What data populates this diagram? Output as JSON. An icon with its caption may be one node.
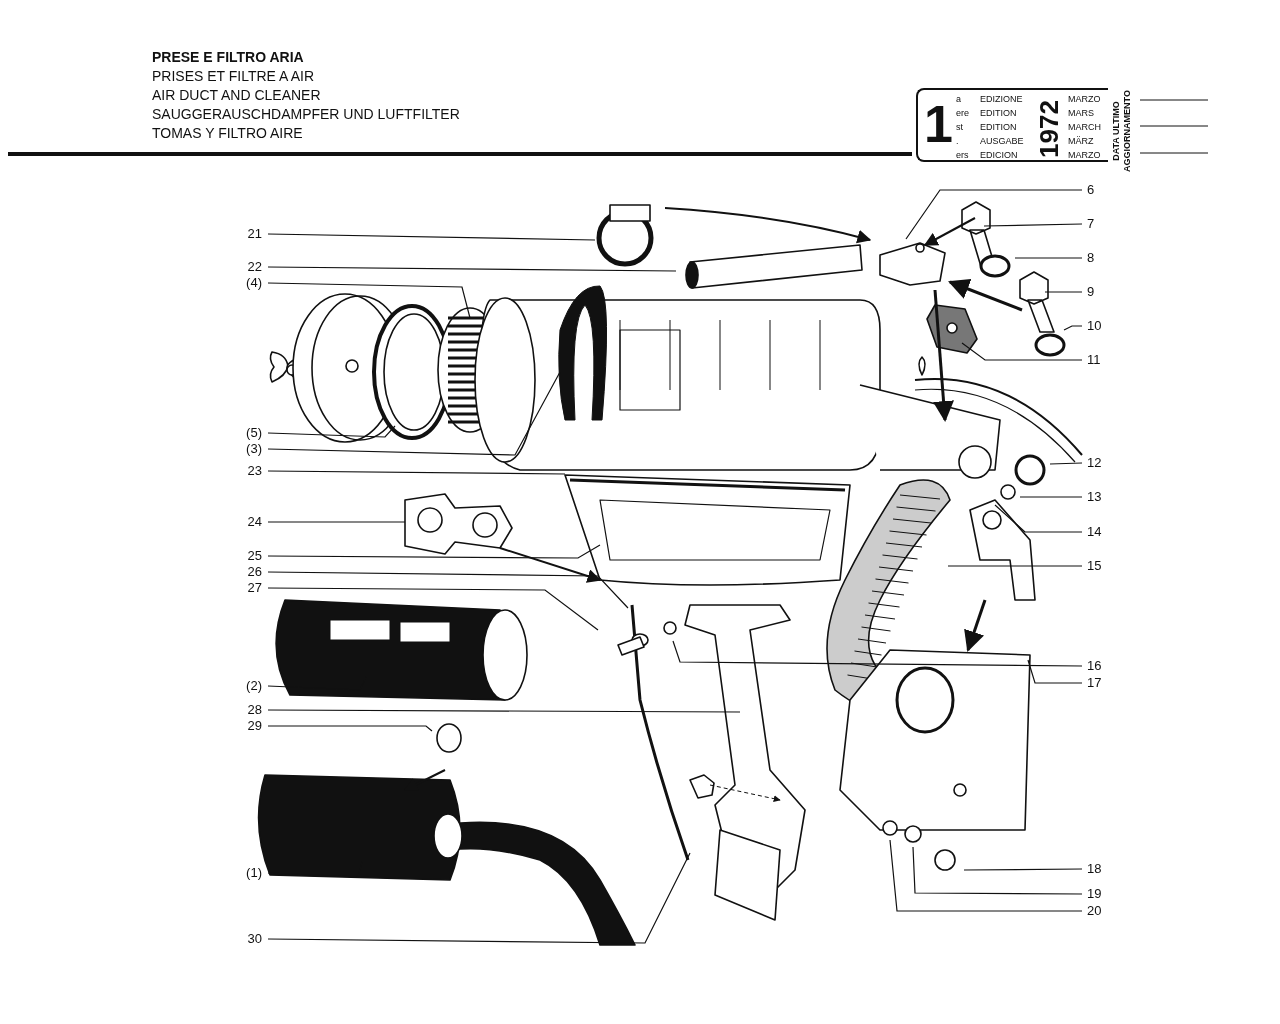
{
  "diagram": {
    "title": "PRESE E FILTRO ARIA",
    "nodes": [
      {
        "text": [
          "1",
          "a",
          "ere",
          "st",
          ".",
          "ers",
          "EDIZIONE",
          "EDITION",
          "EDITION",
          "AUSGABE",
          "EDICION",
          "1972",
          "MARZO",
          "MARS",
          "MARCH",
          "MÄRZ",
          "MARZO"
        ],
        "beside": [
          "DATA ULTIMO AGGIORNAMENTO"
        ]
      },
      {
        "text": [
          "21"
        ]
      },
      {
        "text": [
          "22"
        ]
      },
      {
        "text": [
          "(4)"
        ]
      },
      {
        "text": [
          "(5)"
        ]
      },
      {
        "text": [
          "(3)"
        ]
      },
      {
        "text": [
          "23"
        ]
      },
      {
        "text": [
          "24"
        ]
      },
      {
        "text": [
          "25"
        ]
      },
      {
        "text": [
          "26"
        ]
      },
      {
        "text": [
          "27"
        ]
      },
      {
        "text": [
          "(2)"
        ]
      },
      {
        "text": [
          "28"
        ]
      },
      {
        "text": [
          "29"
        ]
      },
      {
        "text": [
          "(1)"
        ]
      },
      {
        "text": [
          "30"
        ]
      },
      {
        "text": [
          "6"
        ]
      },
      {
        "text": [
          "7"
        ]
      },
      {
        "text": [
          "8"
        ]
      },
      {
        "text": [
          "9"
        ]
      },
      {
        "text": [
          "10"
        ]
      },
      {
        "text": [
          "11"
        ]
      },
      {
        "text": [
          "12"
        ]
      },
      {
        "text": [
          "13"
        ]
      },
      {
        "text": [
          "14"
        ]
      },
      {
        "text": [
          "15"
        ]
      },
      {
        "text": [
          "16"
        ]
      },
      {
        "text": [
          "17"
        ]
      },
      {
        "text": [
          "18"
        ]
      },
      {
        "text": [
          "19"
        ]
      },
      {
        "text": [
          "20"
        ]
      }
    ],
    "edges": [
      {
        "from": 1,
        "to": null,
        "arrow": "none"
      },
      {
        "from": 2,
        "to": null,
        "arrow": "none"
      },
      {
        "from": 3,
        "to": null,
        "arrow": "none"
      },
      {
        "from": 4,
        "to": null,
        "arrow": "none"
      },
      {
        "from": 5,
        "to": null,
        "arrow": "none"
      },
      {
        "from": 6,
        "to": null,
        "arrow": "none"
      },
      {
        "from": 7,
        "to": null,
        "arrow": "none"
      },
      {
        "from": 8,
        "to": null,
        "arrow": "none"
      },
      {
        "from": 9,
        "to": null,
        "arrow": "none"
      },
      {
        "from": 10,
        "to": null,
        "arrow": "none"
      },
      {
        "from": 11,
        "to": null,
        "arrow": "none"
      },
      {
        "from": 12,
        "to": null,
        "arrow": "none"
      },
      {
        "from": 13,
        "to": null,
        "arrow": "none"
      },
      {
        "from": 14,
        "to": null,
        "arrow": "none"
      },
      {
        "from": 15,
        "to": null,
        "arrow": "none"
      },
      {
        "from": 16,
        "to": null,
        "arrow": "none"
      },
      {
        "from": 17,
        "to": null,
        "arrow": "none"
      },
      {
        "from": 18,
        "to": null,
        "arrow": "none"
      },
      {
        "from": 19,
        "to": null,
        "arrow": "none"
      },
      {
        "from": 20,
        "to": null,
        "arrow": "none"
      },
      {
        "from": 21,
        "to": null,
        "arrow": "none"
      },
      {
        "from": 22,
        "to": null,
        "arrow": "none"
      },
      {
        "from": 23,
        "to": null,
        "arrow": "none"
      },
      {
        "from": 24,
        "to": null,
        "arrow": "none"
      },
      {
        "from": 25,
        "to": null,
        "arrow": "none"
      },
      {
        "from": 26,
        "to": null,
        "arrow": "none"
      },
      {
        "from": 27,
        "to": null,
        "arrow": "none"
      },
      {
        "from": 28,
        "to": null,
        "arrow": "none"
      },
      {
        "from": 29,
        "to": null,
        "arrow": "none"
      },
      {
        "from": 30,
        "to": null,
        "arrow": "none"
      }
    ],
    "labels": [
      "PRISES ET FILTRE A AIR",
      "AIR DUCT AND CLEANER",
      "SAUGGERAUSCHDAMPFER UND LUFTFILTER",
      "TOMAS Y FILTRO AIRE"
    ]
  }
}
